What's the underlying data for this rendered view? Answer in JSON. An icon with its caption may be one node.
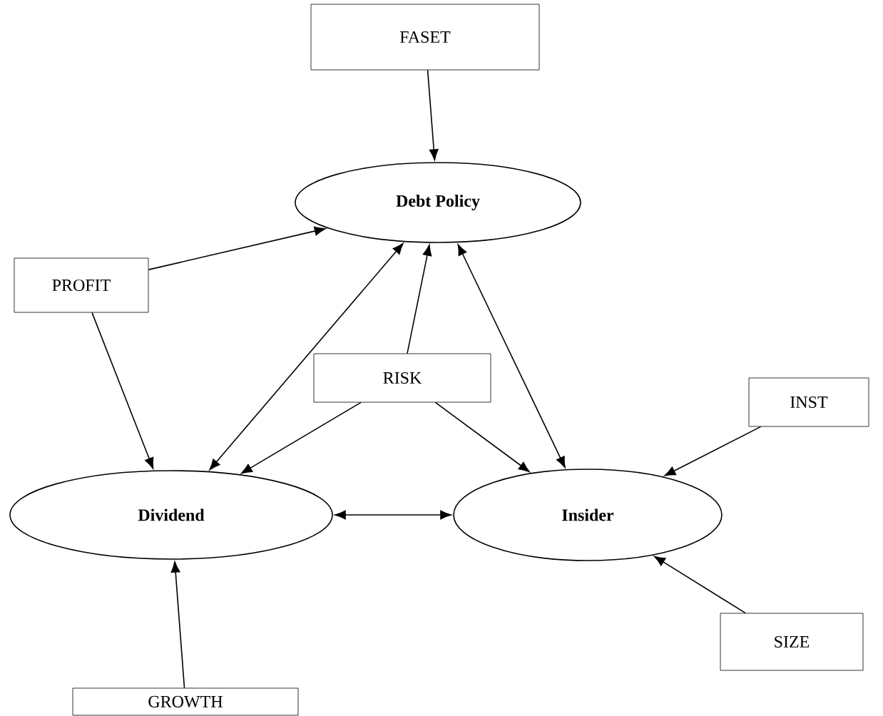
{
  "diagram": {
    "nodes": [
      {
        "text": [
          "FASET"
        ]
      },
      {
        "text": [
          "Debt Policy"
        ]
      },
      {
        "text": [
          "PROFIT"
        ]
      },
      {
        "text": [
          "RISK"
        ]
      },
      {
        "text": [
          "INST"
        ]
      },
      {
        "text": [
          "Dividend"
        ]
      },
      {
        "text": [
          "Insider"
        ]
      },
      {
        "text": [
          "SIZE"
        ]
      },
      {
        "text": [
          "GROWTH"
        ]
      }
    ],
    "edges": [
      {
        "from": 0,
        "to": 1,
        "arrow": "to"
      },
      {
        "from": 2,
        "to": 1,
        "arrow": "to"
      },
      {
        "from": 2,
        "to": 5,
        "arrow": "to"
      },
      {
        "from": 3,
        "to": 1,
        "arrow": "to"
      },
      {
        "from": 1,
        "to": 5,
        "arrow": "both"
      },
      {
        "from": 1,
        "to": 6,
        "arrow": "both"
      },
      {
        "from": 3,
        "to": 5,
        "arrow": "to"
      },
      {
        "from": 3,
        "to": 6,
        "arrow": "to"
      },
      {
        "from": 4,
        "to": 6,
        "arrow": "to"
      },
      {
        "from": 5,
        "to": 6,
        "arrow": "both"
      },
      {
        "from": 7,
        "to": 6,
        "arrow": "to"
      },
      {
        "from": 8,
        "to": 5,
        "arrow": "to"
      }
    ]
  }
}
